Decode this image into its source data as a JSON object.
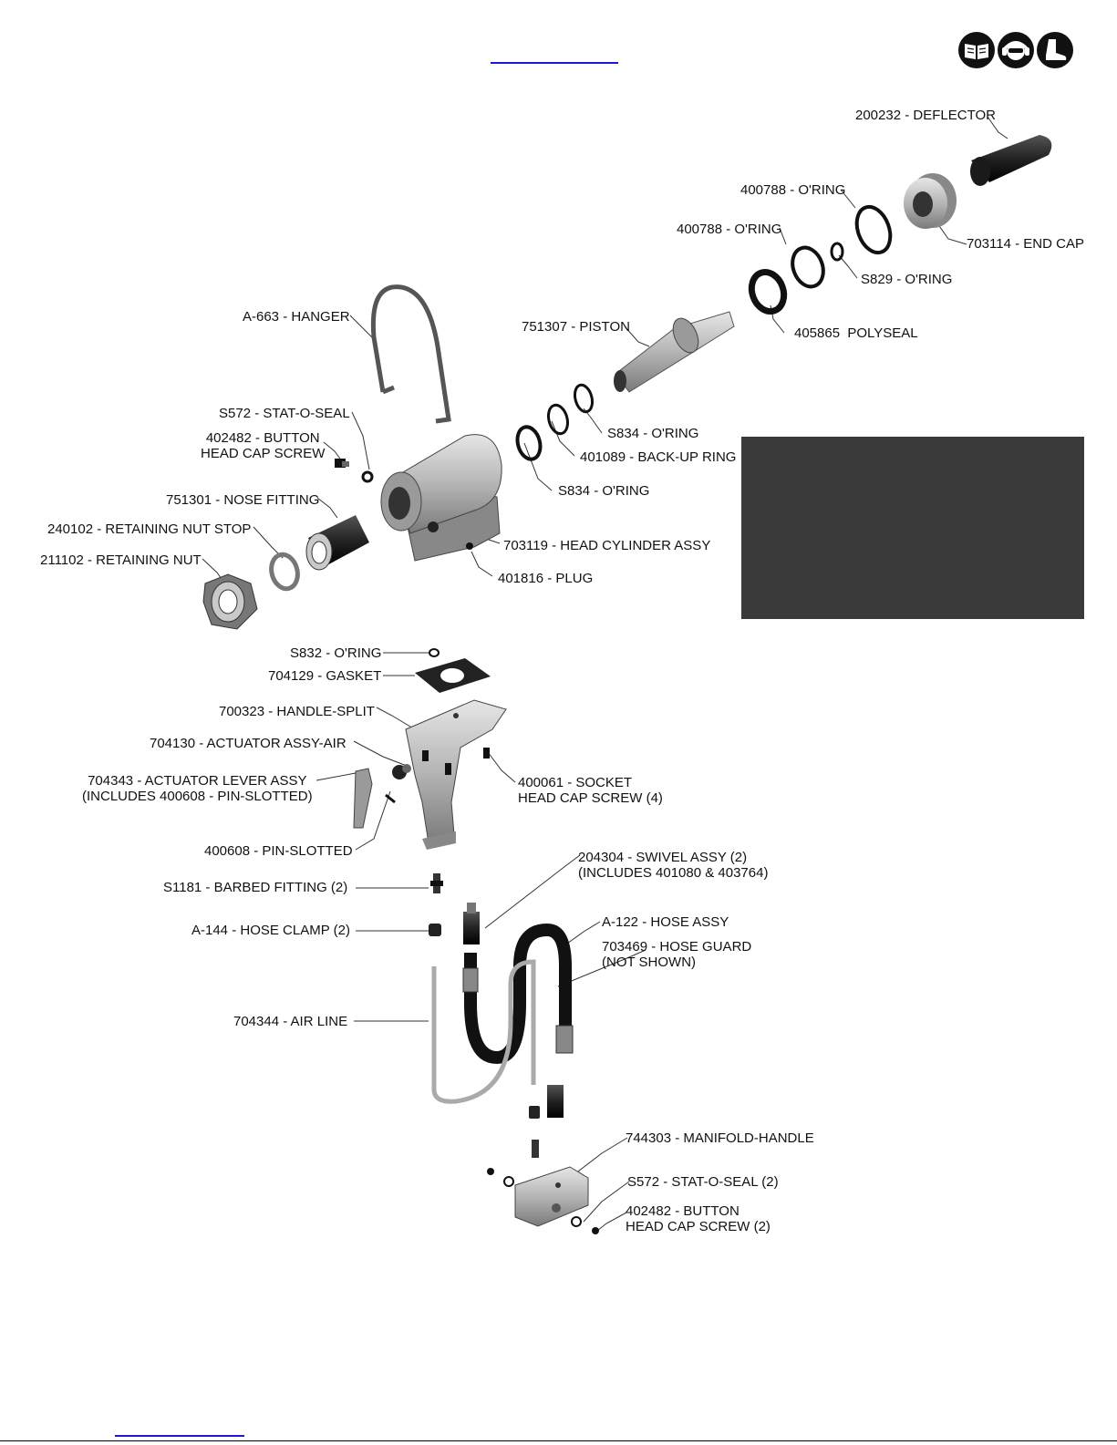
{
  "header": {
    "top_link_icon": "hyperlink-underline",
    "safety_icons": [
      "read-manual-icon",
      "eye-ear-protection-icon",
      "safety-boot-icon"
    ]
  },
  "labels": {
    "deflector": "200232 - DEFLECTOR",
    "oring_400788_a": "400788 - O'RING",
    "oring_400788_b": "400788 - O'RING",
    "end_cap": "703114 - END CAP",
    "oring_s829": "S829 - O'RING",
    "piston": "751307 - PISTON",
    "polyseal": "405865  POLYSEAL",
    "hanger": "A-663 - HANGER",
    "stat_o_seal": "S572 - STAT-O-SEAL",
    "button_head_cap_screw": "402482 - BUTTON\nHEAD CAP SCREW",
    "oring_s834_a": "S834 - O'RING",
    "backup_ring": "401089 - BACK-UP RING",
    "oring_s834_b": "S834 - O'RING",
    "nose_fitting": "751301 - NOSE FITTING",
    "retaining_nut_stop": "240102 - RETAINING NUT STOP",
    "retaining_nut": "211102 - RETAINING NUT",
    "head_cylinder_assy": "703119 - HEAD CYLINDER ASSY",
    "plug": "401816 - PLUG",
    "oring_s832": "S832 - O'RING",
    "gasket": "704129 - GASKET",
    "handle_split": "700323 - HANDLE-SPLIT",
    "actuator_assy_air": "704130 - ACTUATOR ASSY-AIR",
    "actuator_lever_assy": "704343 - ACTUATOR LEVER ASSY\n(INCLUDES 400608 - PIN-SLOTTED)",
    "socket_head_cap_screw": "400061 - SOCKET\nHEAD CAP SCREW (4)",
    "pin_slotted": "400608 - PIN-SLOTTED",
    "barbed_fitting": "S1181 - BARBED FITTING (2)",
    "swivel_assy": "204304 - SWIVEL ASSY (2)\n(INCLUDES 401080 & 403764)",
    "hose_assy": "A-122 - HOSE ASSY",
    "hose_clamp": "A-144 - HOSE CLAMP (2)",
    "hose_guard": "703469 - HOSE GUARD\n(NOT SHOWN)",
    "air_line": "704344 - AIR LINE",
    "manifold_handle": "744303 - MANIFOLD-HANDLE",
    "stat_o_seal_2": "S572 - STAT-O-SEAL (2)",
    "button_head_cap_screw_2": "402482 - BUTTON\nHEAD CAP SCREW (2)"
  },
  "colors": {
    "part_light": "#c9c9c9",
    "part_mid": "#9a9a9a",
    "part_dark": "#2a2a2a",
    "panel": "#3a3a3a",
    "link": "#1a1ad6"
  }
}
